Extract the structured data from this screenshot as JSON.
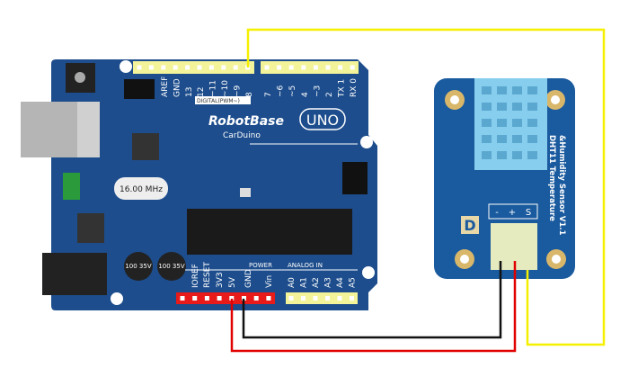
{
  "arduino": {
    "brand": "RobotBase",
    "model": "CarDuino",
    "badge": "UNO",
    "crystal": "16.00 MHz",
    "digital_label": "DIGITAL(PWM~)",
    "power_label": "POWER",
    "analog_label": "ANALOG IN",
    "cap_label": "100 35V",
    "digital_pins_a": [
      "AREF",
      "GND",
      "13",
      "12",
      "~11",
      "~10",
      "~9",
      "8"
    ],
    "digital_pins_b": [
      "7",
      "~6",
      "~5",
      "4",
      "~3",
      "2",
      "TX 1",
      "RX 0"
    ],
    "power_pins": [
      "IOREF",
      "RESET",
      "3V3",
      "5V",
      "GND",
      "Vin"
    ],
    "analog_pins": [
      "A0",
      "A1",
      "A2",
      "A3",
      "A4",
      "A5"
    ]
  },
  "sensor": {
    "title_line1": "DHT11 Temperature",
    "title_line2": "&Humidity Sensor V1.1",
    "pins": [
      "-",
      "+",
      "S"
    ],
    "logo": "D"
  },
  "wires": {
    "signal": "#f5f000",
    "vcc": "#e00000",
    "ground": "#111111"
  }
}
